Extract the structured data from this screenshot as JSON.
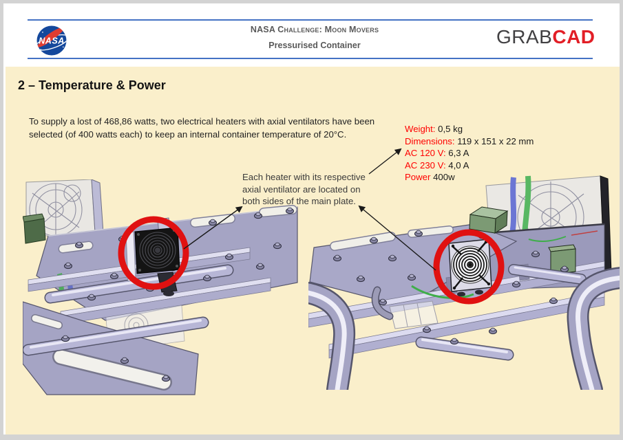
{
  "page": {
    "background_color": "#FAEFCB",
    "frame_color": "#D3D3D3",
    "header_background": "#FFFFFF"
  },
  "header": {
    "rule_color": "#4472C4",
    "logo_text": "NASA",
    "logo_color": "#14489C",
    "logo_swoosh_color": "#E03C31",
    "challenge_line": "NASA Challenge: Moon Movers",
    "subtitle": "Pressurised Container",
    "text_color": "#595959",
    "brand": {
      "grab": "GRAB",
      "cad": "CAD",
      "grab_color": "#414042",
      "cad_color": "#E21E26"
    }
  },
  "content": {
    "section_title": "2 – Temperature & Power",
    "intro": "To supply a lost of 468,86 watts, two electrical heaters with axial ventilators have been\nselected (of 400 watts each) to keep an internal container temperature of 20°C."
  },
  "specs": {
    "label_color": "#FF0000",
    "value_color": "#1A1A1A",
    "items": [
      {
        "label": "Weight:",
        "value": "0,5 kg"
      },
      {
        "label": "Dimensions:",
        "value": "119 x 151 x 22 mm"
      },
      {
        "label": "AC 120 V:",
        "value": "6,3 A"
      },
      {
        "label": "AC 230 V:",
        "value": "4,0 A"
      },
      {
        "label": "Power",
        "value": "400w"
      }
    ]
  },
  "callout": {
    "text": "Each heater with its respective\naxial ventilator are located on\nboth sides of the main plate.",
    "text_color": "#3A3A3A"
  },
  "figures": {
    "highlight_circle_color": "#E01111",
    "plate_color": "#A5A4C4",
    "rail_color": "#DCDBF0",
    "green_box_color": "#7C9A74",
    "cable_blue_color": "#6B76D4",
    "cable_green_color": "#58B763",
    "fan_grille_dark": "#141414"
  }
}
